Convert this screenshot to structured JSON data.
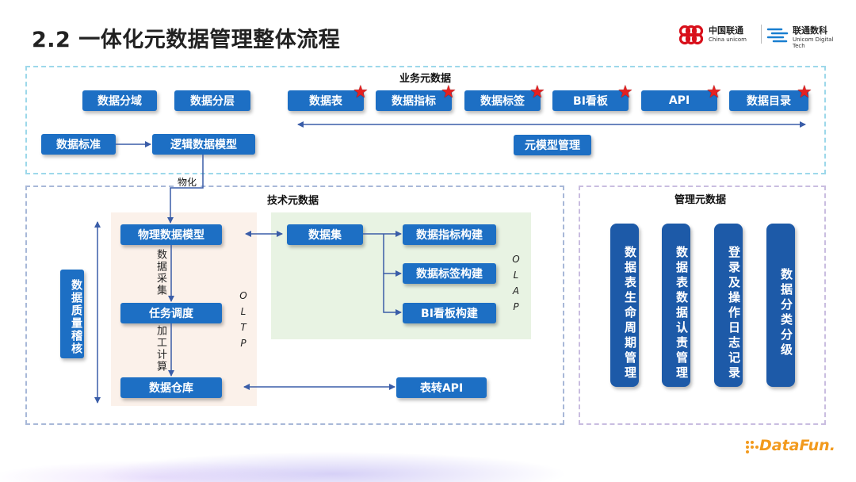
{
  "header": {
    "title": "2.2 一体化元数据管理整体流程",
    "logo1_cn": "中国联通",
    "logo1_en": "China unicom",
    "logo2_cn": "联通数科",
    "logo2_en": "Unicom Digital Tech"
  },
  "business": {
    "title": "业务元数据",
    "domain": "数据分域",
    "layer": "数据分层",
    "standard": "数据标准",
    "logic_model": "逻辑数据模型",
    "items": [
      "数据表",
      "数据指标",
      "数据标签",
      "BI看板",
      "API",
      "数据目录"
    ],
    "meta_model": "元模型管理"
  },
  "materialize": "物化",
  "tech": {
    "title": "技术元数据",
    "physical_model": "物理数据模型",
    "collect": "数据采集",
    "task": "任务调度",
    "compute": "加工计算",
    "warehouse": "数据仓库",
    "oltp": "OLTP",
    "dataset": "数据集",
    "metric_build": "数据指标构建",
    "tag_build": "数据标签构建",
    "bi_build": "BI看板构建",
    "olap": "OLAP",
    "table_api": "表转API",
    "quality": "数据质量稽核"
  },
  "mgmt": {
    "title": "管理元数据",
    "items": [
      "数据表生命周期管理",
      "数据表数据认责管理",
      "登录及操作日志记录",
      "数据分类分级"
    ]
  },
  "footer": {
    "brand": "DataFun."
  },
  "colors": {
    "box": "#1d6fc4",
    "mgmt_box": "#1d5aa8",
    "star": "#e52020",
    "oltp_bg": "#fbf1ea",
    "olap_bg": "#e8f3e3"
  }
}
